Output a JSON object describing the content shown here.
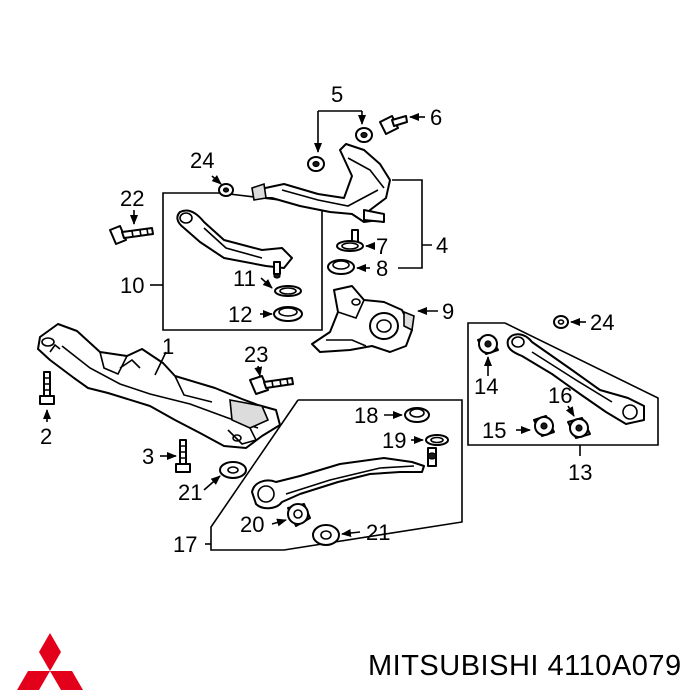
{
  "callouts": {
    "c1": "1",
    "c2": "2",
    "c3": "3",
    "c4": "4",
    "c5": "5",
    "c6": "6",
    "c7": "7",
    "c8": "8",
    "c9": "9",
    "c10": "10",
    "c11": "11",
    "c12": "12",
    "c13": "13",
    "c14": "14",
    "c15": "15",
    "c16": "16",
    "c17": "17",
    "c18": "18",
    "c19": "19",
    "c20": "20",
    "c21a": "21",
    "c21b": "21",
    "c22": "22",
    "c23": "23",
    "c24a": "24",
    "c24b": "24"
  },
  "footer": {
    "brand": "MITSUBISHI",
    "part_number": "4110A079"
  },
  "colors": {
    "logo": "#e3001b",
    "line": "#000000"
  }
}
